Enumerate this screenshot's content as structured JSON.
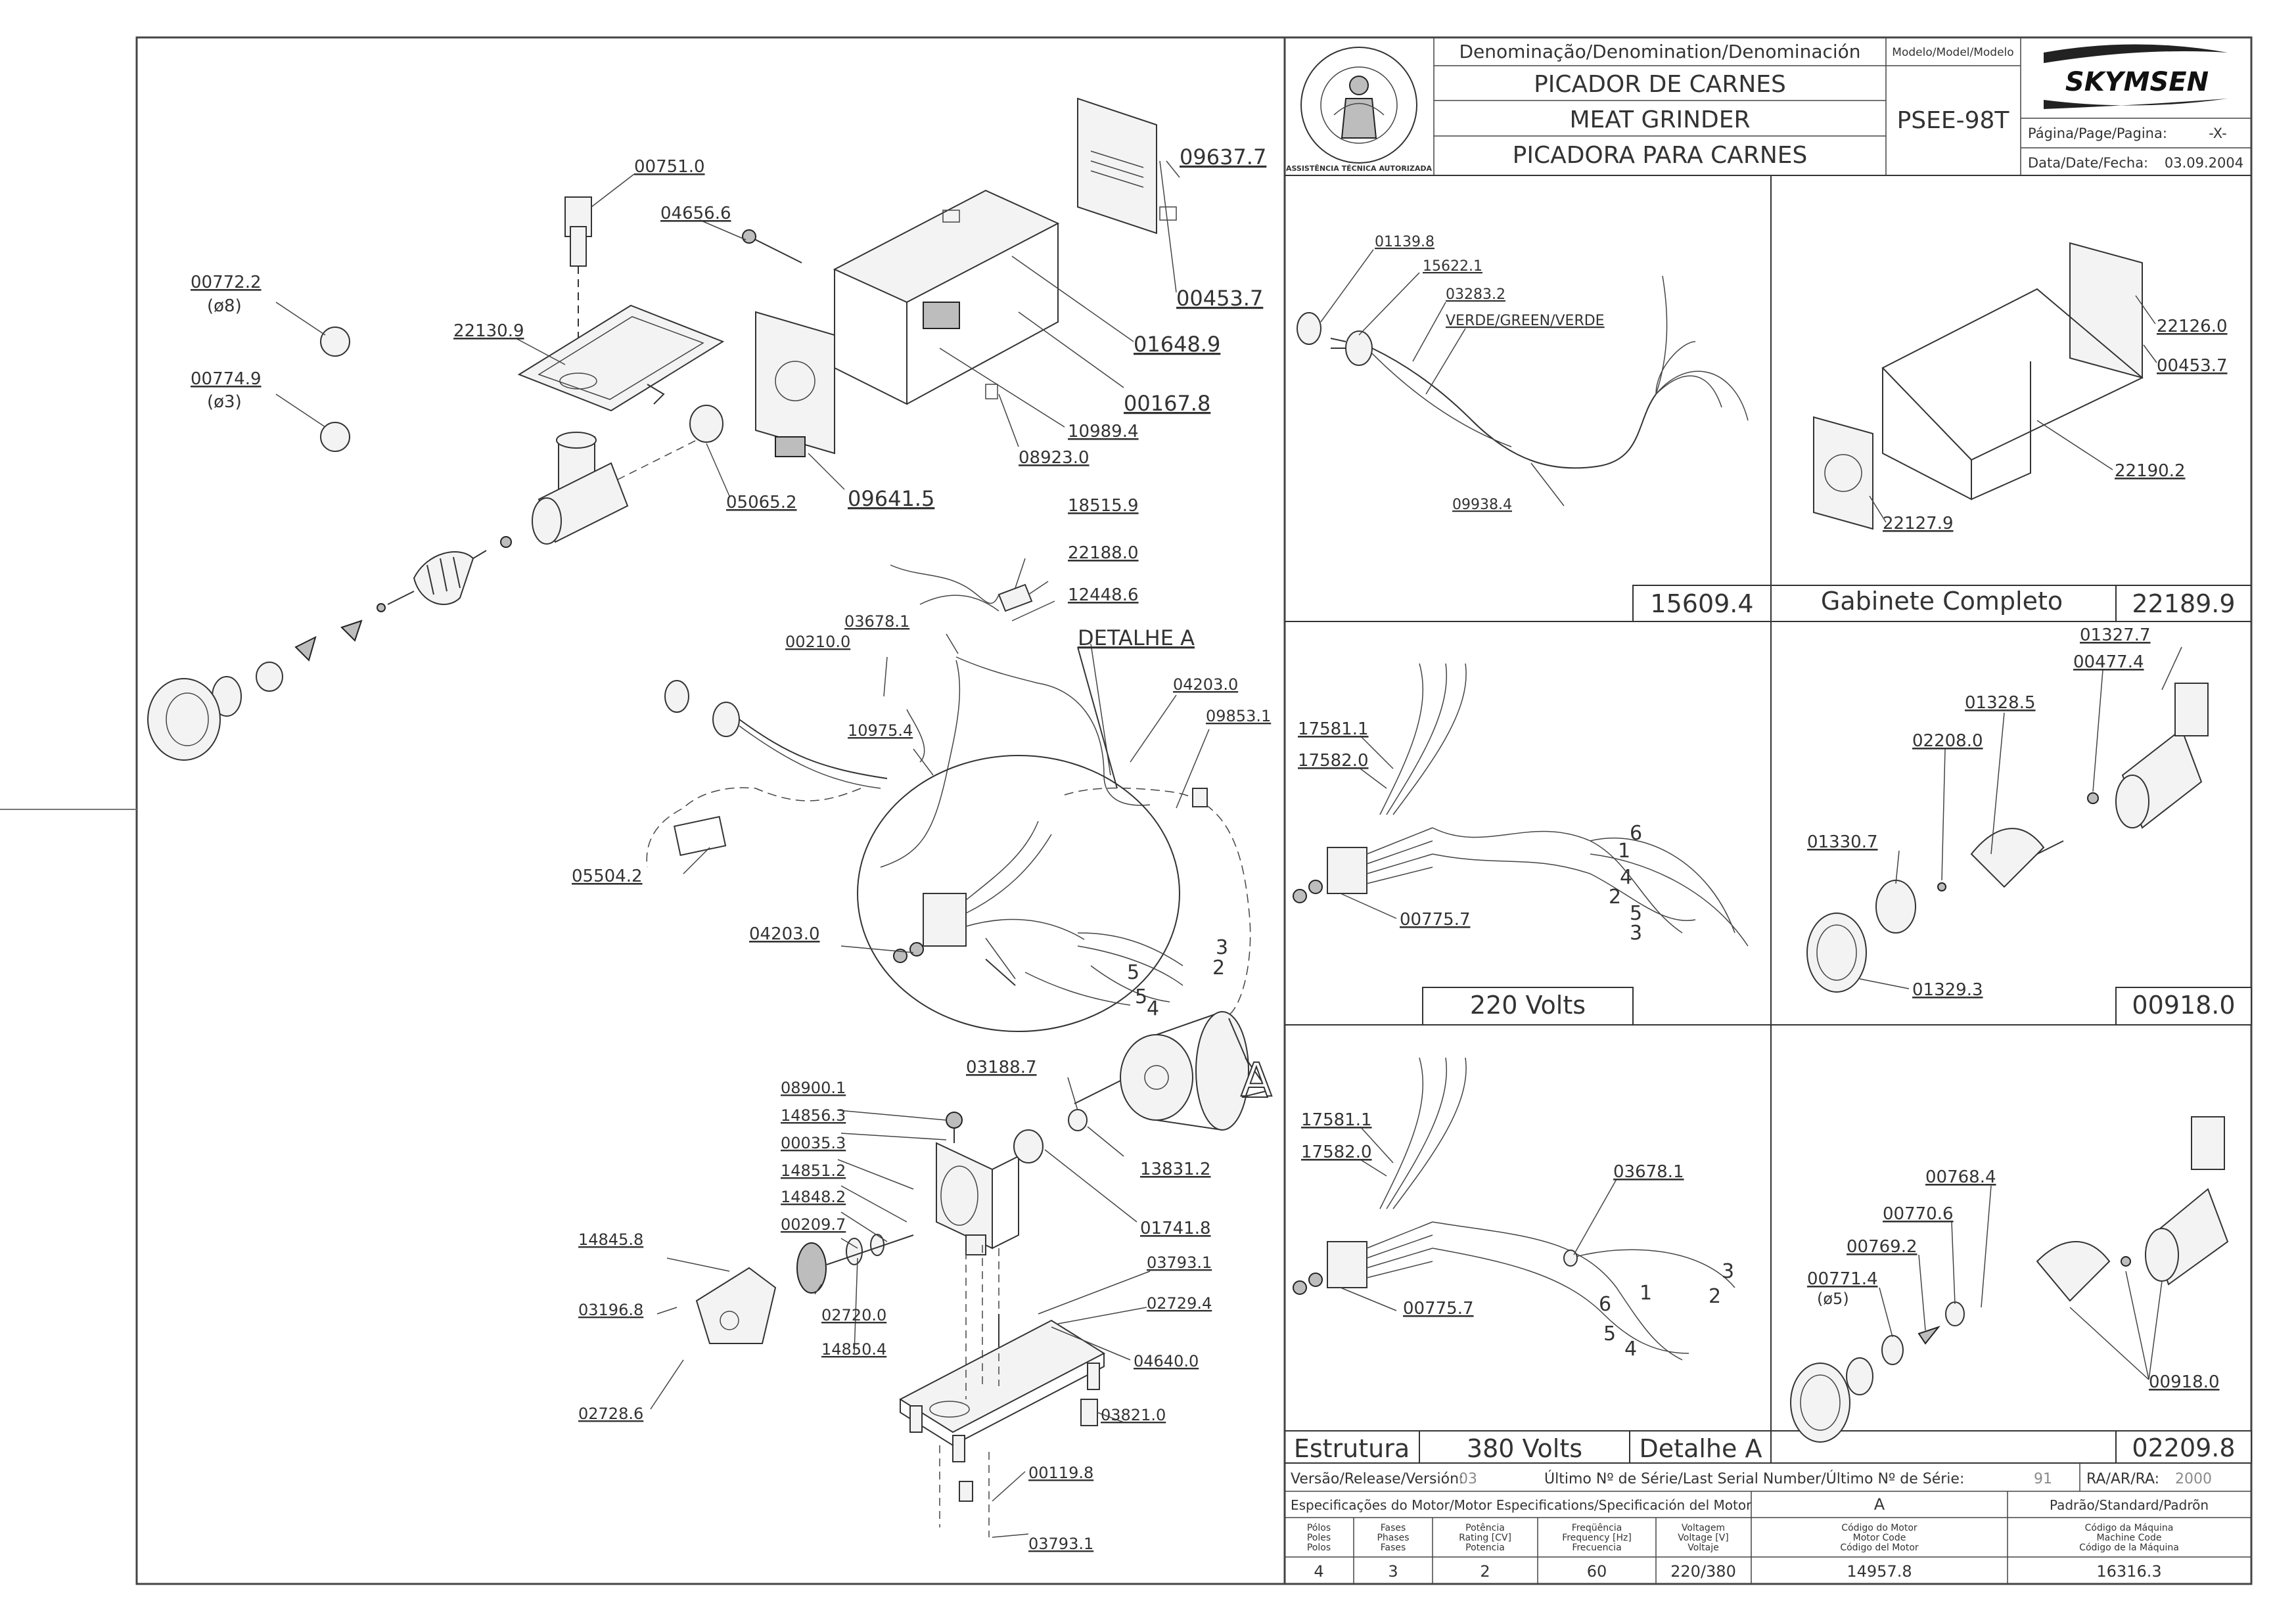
{
  "title_block": {
    "denomination_header": "Denominação/Denomination/Denominación",
    "name_pt": "PICADOR DE CARNES",
    "name_en": "MEAT GRINDER",
    "name_es": "PICADORA PARA CARNES",
    "model_header": "Modelo/Model/Modelo",
    "model": "PSEE-98T",
    "brand": "SKYMSEN",
    "page_label": "Página/Page/Pagina:",
    "page_value": "-X-",
    "date_label": "Data/Date/Fecha:",
    "date_value": "03.09.2004",
    "seal_text": "ASSISTÊNCIA TÉCNICA AUTORIZADA"
  },
  "main_drawing": {
    "labels": [
      "00751.0",
      "04656.6",
      "09637.7",
      "00772.2",
      "(ø8)",
      "22130.9",
      "00774.9",
      "(ø3)",
      "00453.7",
      "01648.9",
      "00167.8",
      "10989.4",
      "08923.0",
      "05065.2",
      "09641.5",
      "18515.9",
      "22188.0",
      "12448.6",
      "03678.1",
      "00210.0",
      "DETALHE A",
      "04203.0",
      "09853.1",
      "10975.4",
      "05504.2",
      "04203.0",
      "03188.7",
      "08900.1",
      "14856.3",
      "00035.3",
      "14851.2",
      "14848.2",
      "00209.7",
      "13831.2",
      "01741.8",
      "14845.8",
      "03196.8",
      "02720.0",
      "14850.4",
      "03793.1",
      "02729.4",
      "04640.0",
      "02728.6",
      "03821.0",
      "00119.8",
      "03793.1"
    ],
    "wire_numbers": [
      "3",
      "2",
      "5",
      "5",
      "4"
    ],
    "detail_letter": "A"
  },
  "panels": {
    "p1": {
      "labels": [
        "01139.8",
        "15622.1",
        "03283.2",
        "VERDE/GREEN/VERDE",
        "09938.4"
      ],
      "code": "15609.4"
    },
    "p2": {
      "labels": [
        "22126.0",
        "00453.7",
        "22190.2",
        "22127.9"
      ],
      "title": "Gabinete Completo",
      "code": "22189.9"
    },
    "p3": {
      "labels": [
        "17581.1",
        "17582.0",
        "00775.7"
      ],
      "wire_numbers": [
        "6",
        "1",
        "4",
        "2",
        "5",
        "3"
      ],
      "title": "220 Volts"
    },
    "p4": {
      "labels": [
        "01327.7",
        "00477.4",
        "01328.5",
        "02208.0",
        "01330.7",
        "01329.3"
      ],
      "code": "00918.0"
    },
    "p5": {
      "labels": [
        "17581.1",
        "17582.0",
        "03678.1",
        "00775.7"
      ],
      "wire_numbers": [
        "3",
        "2",
        "1",
        "6",
        "5",
        "4"
      ],
      "title_left": "Estrutura",
      "title": "380 Volts",
      "title_right": "Detalhe A"
    },
    "p6": {
      "labels": [
        "00768.4",
        "00770.6",
        "00769.2",
        "00771.4",
        "(ø5)",
        "00918.0"
      ],
      "code": "02209.8"
    }
  },
  "release_row": {
    "version_label": "Versão/Release/Versión:",
    "version_value": "03",
    "serial_label": "Último Nº de Série/Last Serial Number/Último Nº de Série:",
    "serial_value": "91",
    "ra_label": "RA/AR/RA:",
    "ra_value": "2000"
  },
  "motor_spec": {
    "header": "Especificações do Motor/Motor Especifications/Specificación del Motor",
    "col_a": "A",
    "col_std": "Padrão/Standard/Padrõn",
    "columns": [
      [
        "Pólos",
        "Poles",
        "Polos"
      ],
      [
        "Fases",
        "Phases",
        "Fases"
      ],
      [
        "Potência",
        "Rating [CV]",
        "Potencia"
      ],
      [
        "Freqüência",
        "Frequency [Hz]",
        "Frecuencia"
      ],
      [
        "Voltagem",
        "Voltage [V]",
        "Voltaje"
      ],
      [
        "Código do Motor",
        "Motor Code",
        "Código del Motor"
      ],
      [
        "Código da Máquina",
        "Machine Code",
        "Código de la Máquina"
      ]
    ],
    "values": [
      "4",
      "3",
      "2",
      "60",
      "220/380",
      "14957.8",
      "16316.3"
    ]
  }
}
